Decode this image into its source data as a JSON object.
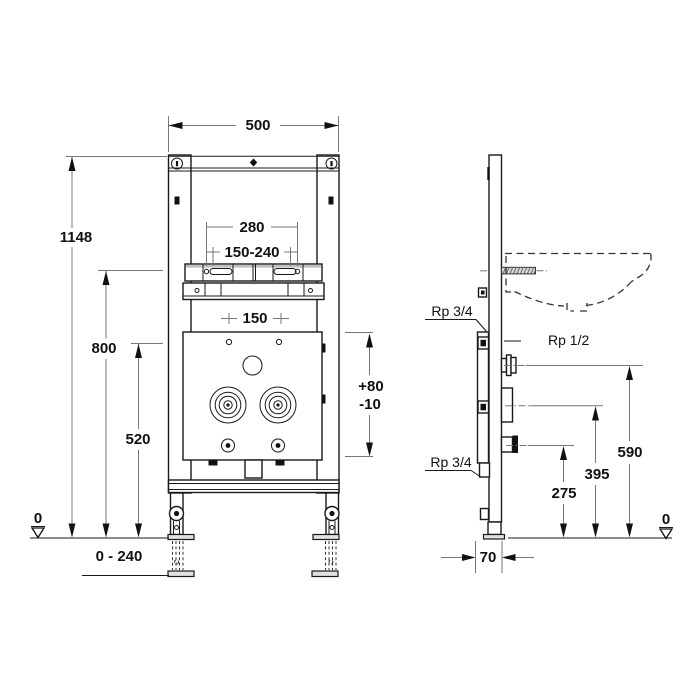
{
  "drawing_title": "washbasin-mounting-frame-technical-drawing",
  "front_view": {
    "dim_width": "500",
    "dim_total_height": "1148",
    "dim_rail_height": "800",
    "dim_plate_height": "520",
    "dim_hole_spacing": "280",
    "dim_fixing_range": "150-240",
    "dim_tap_spacing": "150",
    "dim_adjust_plus": "+80",
    "dim_adjust_minus": "-10",
    "datum_level": "0",
    "dim_foot_range": "0 - 240"
  },
  "side_view": {
    "label_rp_top": "Rp 3/4",
    "label_rp_middle": "Rp 1/2",
    "label_rp_bottom": "Rp 3/4",
    "dim_upper_connection": "590",
    "dim_middle_connection": "395",
    "dim_lower_connection": "275",
    "dim_depth": "70",
    "datum_level": "0"
  }
}
